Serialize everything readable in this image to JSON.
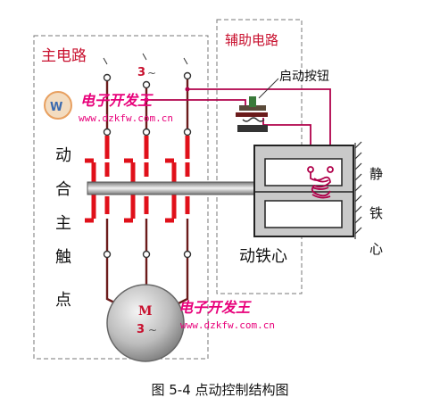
{
  "labels": {
    "main_circuit": "主电路",
    "aux_circuit": "辅助电路",
    "start_button": "启动按钮",
    "phase": "3",
    "phase_mark": "~",
    "moving_contacts": [
      "动",
      "合",
      "主",
      "触",
      "点"
    ],
    "moving_core": "动铁心",
    "static_core": [
      "静",
      "铁",
      "心"
    ],
    "motor_letter": "M",
    "motor_phase": "3",
    "motor_phase_mark": "~"
  },
  "watermark": {
    "title": "电子开发王",
    "url": "www.dzkfw.com.cn"
  },
  "caption": "图 5-4  点动控制结构图",
  "colors": {
    "wire": "#6b1b1b",
    "aux_wire": "#b0004a",
    "contact": "#e0101a",
    "watermark": "#e8007a",
    "core_fill": "#c9c9c9",
    "motor": "#808080"
  }
}
